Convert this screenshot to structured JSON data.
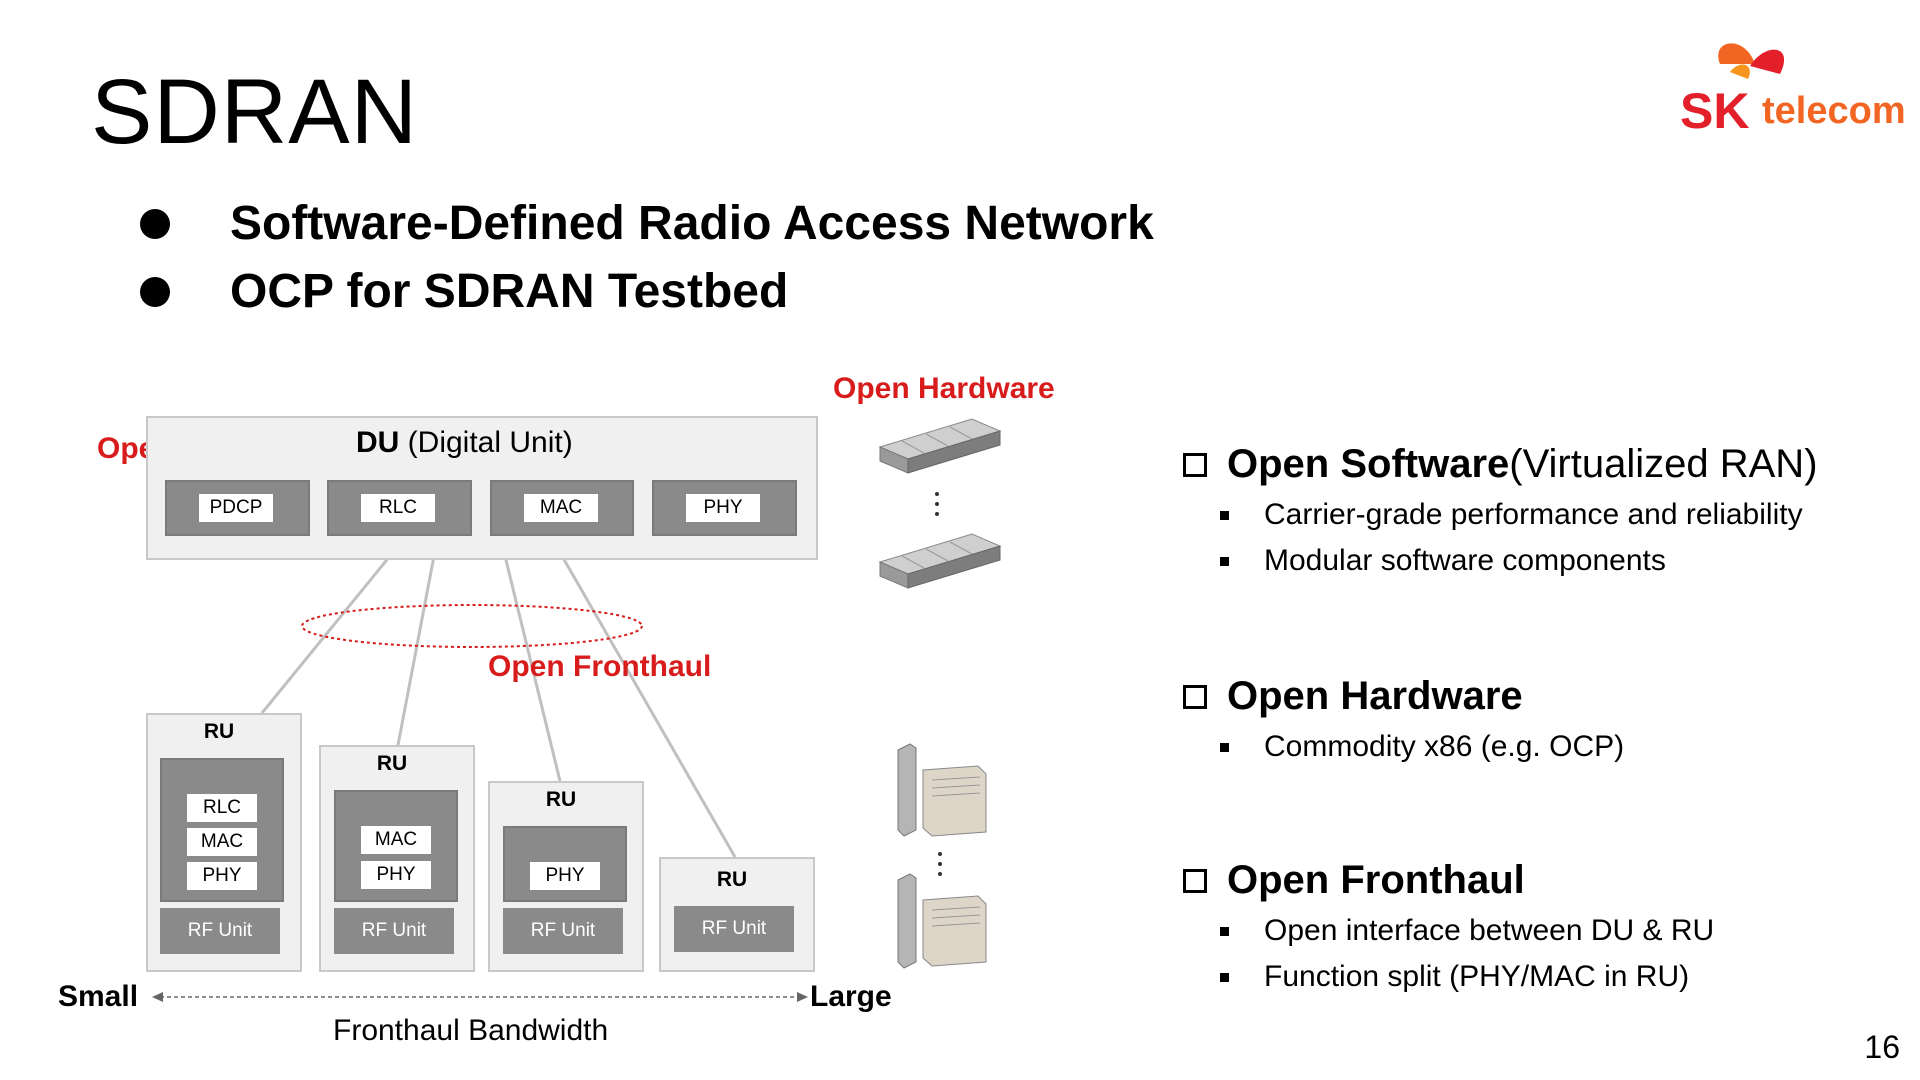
{
  "slide": {
    "title": "SDRAN",
    "bullets": [
      "Software-Defined Radio Access Network",
      "OCP for SDRAN Testbed"
    ],
    "page_number": "16"
  },
  "logo": {
    "sk": "SK",
    "telecom": "telecom",
    "colors": {
      "red": "#e3202a",
      "orange": "#f26522"
    }
  },
  "diagram": {
    "open_software_label": "Open Software",
    "open_hardware_label": "Open Hardware",
    "open_fronthaul_label": "Open Fronthaul",
    "du": {
      "label_bold": "DU",
      "label_rest": " (Digital Unit)",
      "blocks": [
        "PDCP",
        "RLC",
        "MAC",
        "PHY"
      ]
    },
    "rus": [
      {
        "label": "RU",
        "chips": [
          "RLC",
          "MAC",
          "PHY"
        ],
        "rf": "RF Unit"
      },
      {
        "label": "RU",
        "chips": [
          "MAC",
          "PHY"
        ],
        "rf": "RF Unit"
      },
      {
        "label": "RU",
        "chips": [
          "PHY"
        ],
        "rf": "RF Unit"
      },
      {
        "label": "RU",
        "chips": [],
        "rf": "RF Unit"
      }
    ],
    "axis": {
      "small": "Small",
      "large": "Large",
      "caption": "Fronthaul Bandwidth"
    }
  },
  "right_panel": [
    {
      "heading_bold": "Open Software",
      "heading_rest": " (Virtualized RAN)",
      "items": [
        "Carrier-grade performance and reliability",
        "Modular software components"
      ]
    },
    {
      "heading_bold": "Open Hardware",
      "heading_rest": "",
      "items": [
        "Commodity x86 (e.g. OCP)"
      ]
    },
    {
      "heading_bold": "Open Fronthaul",
      "heading_rest": "",
      "items": [
        "Open interface between DU & RU",
        "Function split (PHY/MAC in RU)"
      ]
    }
  ],
  "colors": {
    "accent_red": "#d81c1c",
    "block_gray": "#8a8a8a",
    "panel_gray": "#f0f0f0"
  }
}
